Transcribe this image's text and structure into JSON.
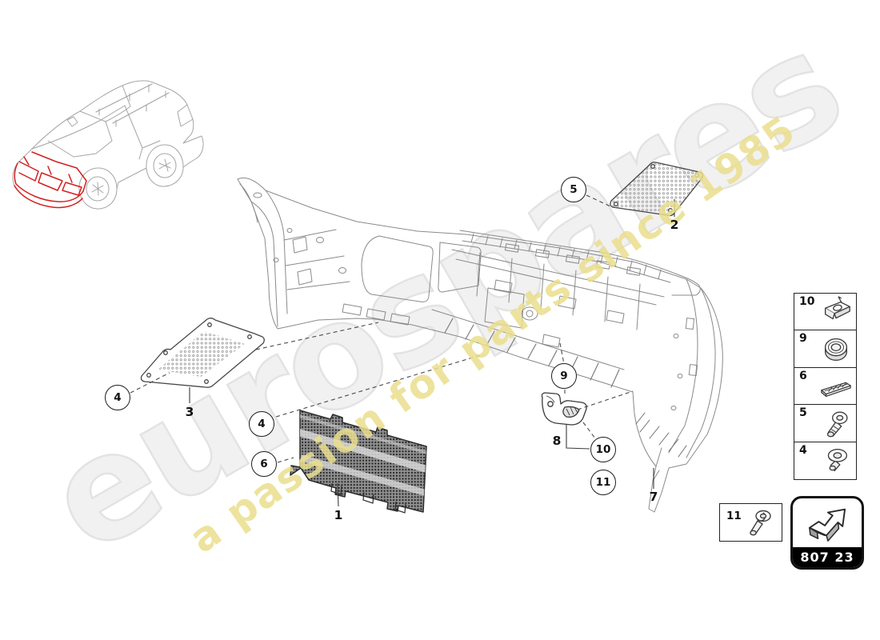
{
  "watermarks": {
    "brand_text": "eurospares",
    "tagline_text": "a passion for parts since 1985",
    "brand_color": "#f1f1f1",
    "tagline_color": "#eadf8e"
  },
  "car_thumbnail": {
    "description": "wireframe car with front bumper highlighted",
    "highlight_color": "#d42020",
    "line_color": "#a6a6a6"
  },
  "diagram": {
    "line_color": "#8a8a8a",
    "callout_circles": [
      {
        "label": "5"
      },
      {
        "label": "4"
      },
      {
        "label": "4"
      },
      {
        "label": "6"
      },
      {
        "label": "9"
      },
      {
        "label": "10"
      },
      {
        "label": "11"
      }
    ],
    "part_labels": [
      {
        "label": "2"
      },
      {
        "label": "3"
      },
      {
        "label": "1"
      },
      {
        "label": "8"
      },
      {
        "label": "7"
      }
    ]
  },
  "sidebar": {
    "items": [
      {
        "number": "10",
        "icon": "clip-nut-icon"
      },
      {
        "number": "9",
        "icon": "flange-nut-icon"
      },
      {
        "number": "6",
        "icon": "slide-rail-icon"
      },
      {
        "number": "5",
        "icon": "pan-screw-icon"
      },
      {
        "number": "4",
        "icon": "washer-screw-icon"
      }
    ]
  },
  "hardware_box": {
    "number": "11",
    "icon": "push-rivet-icon"
  },
  "nav_badge": {
    "code": "807 23",
    "icon": "next-group-arrow-icon"
  }
}
